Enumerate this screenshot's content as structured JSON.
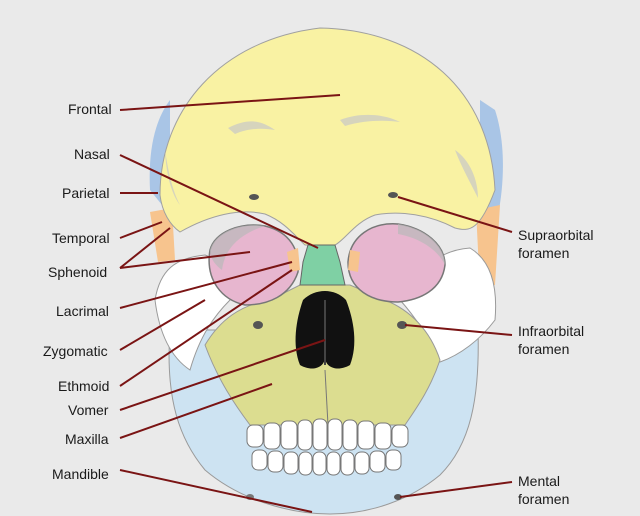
{
  "labels": {
    "frontal": "Frontal",
    "nasal": "Nasal",
    "parietal": "Parietal",
    "temporal": "Temporal",
    "sphenoid": "Sphenoid",
    "lacrimal": "Lacrimal",
    "zygomatic": "Zygomatic",
    "ethmoid": "Ethmoid",
    "vomer": "Vomer",
    "maxilla": "Maxilla",
    "mandible": "Mandible",
    "supraorbital_1": "Supraorbital",
    "supraorbital_2": "foramen",
    "infraorbital_1": "Infraorbital",
    "infraorbital_2": "foramen",
    "mental_1": "Mental",
    "mental_2": "foramen"
  },
  "colors": {
    "frontal": "#f9f2a3",
    "parietal": "#a9c5e6",
    "temporal": "#f7c48e",
    "sphenoid": "#e7b6cf",
    "nasal": "#7fd0a4",
    "maxilla": "#dcdd90",
    "zygomatic": "#ffffff",
    "mandible": "#cde3f2",
    "shadow": "#b9b9b9",
    "leader_line": "#7a1414"
  }
}
